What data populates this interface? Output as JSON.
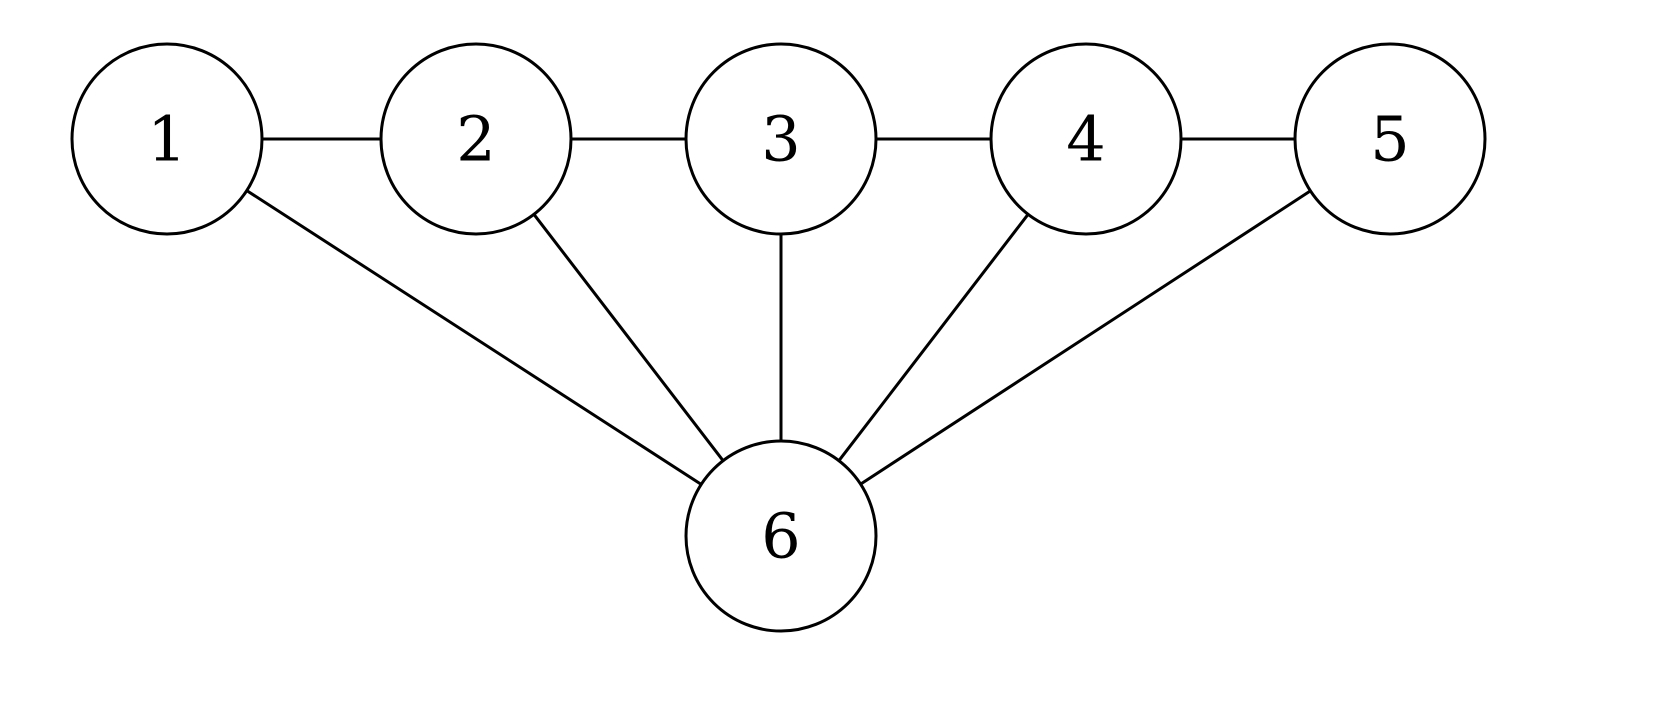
{
  "graph": {
    "nodes": [
      {
        "id": "n1",
        "label": "1"
      },
      {
        "id": "n2",
        "label": "2"
      },
      {
        "id": "n3",
        "label": "3"
      },
      {
        "id": "n4",
        "label": "4"
      },
      {
        "id": "n5",
        "label": "5"
      },
      {
        "id": "n6",
        "label": "6"
      }
    ],
    "edges": [
      {
        "from": "n1",
        "to": "n2"
      },
      {
        "from": "n2",
        "to": "n3"
      },
      {
        "from": "n3",
        "to": "n4"
      },
      {
        "from": "n4",
        "to": "n5"
      },
      {
        "from": "n1",
        "to": "n6"
      },
      {
        "from": "n2",
        "to": "n6"
      },
      {
        "from": "n3",
        "to": "n6"
      },
      {
        "from": "n4",
        "to": "n6"
      },
      {
        "from": "n5",
        "to": "n6"
      }
    ]
  }
}
